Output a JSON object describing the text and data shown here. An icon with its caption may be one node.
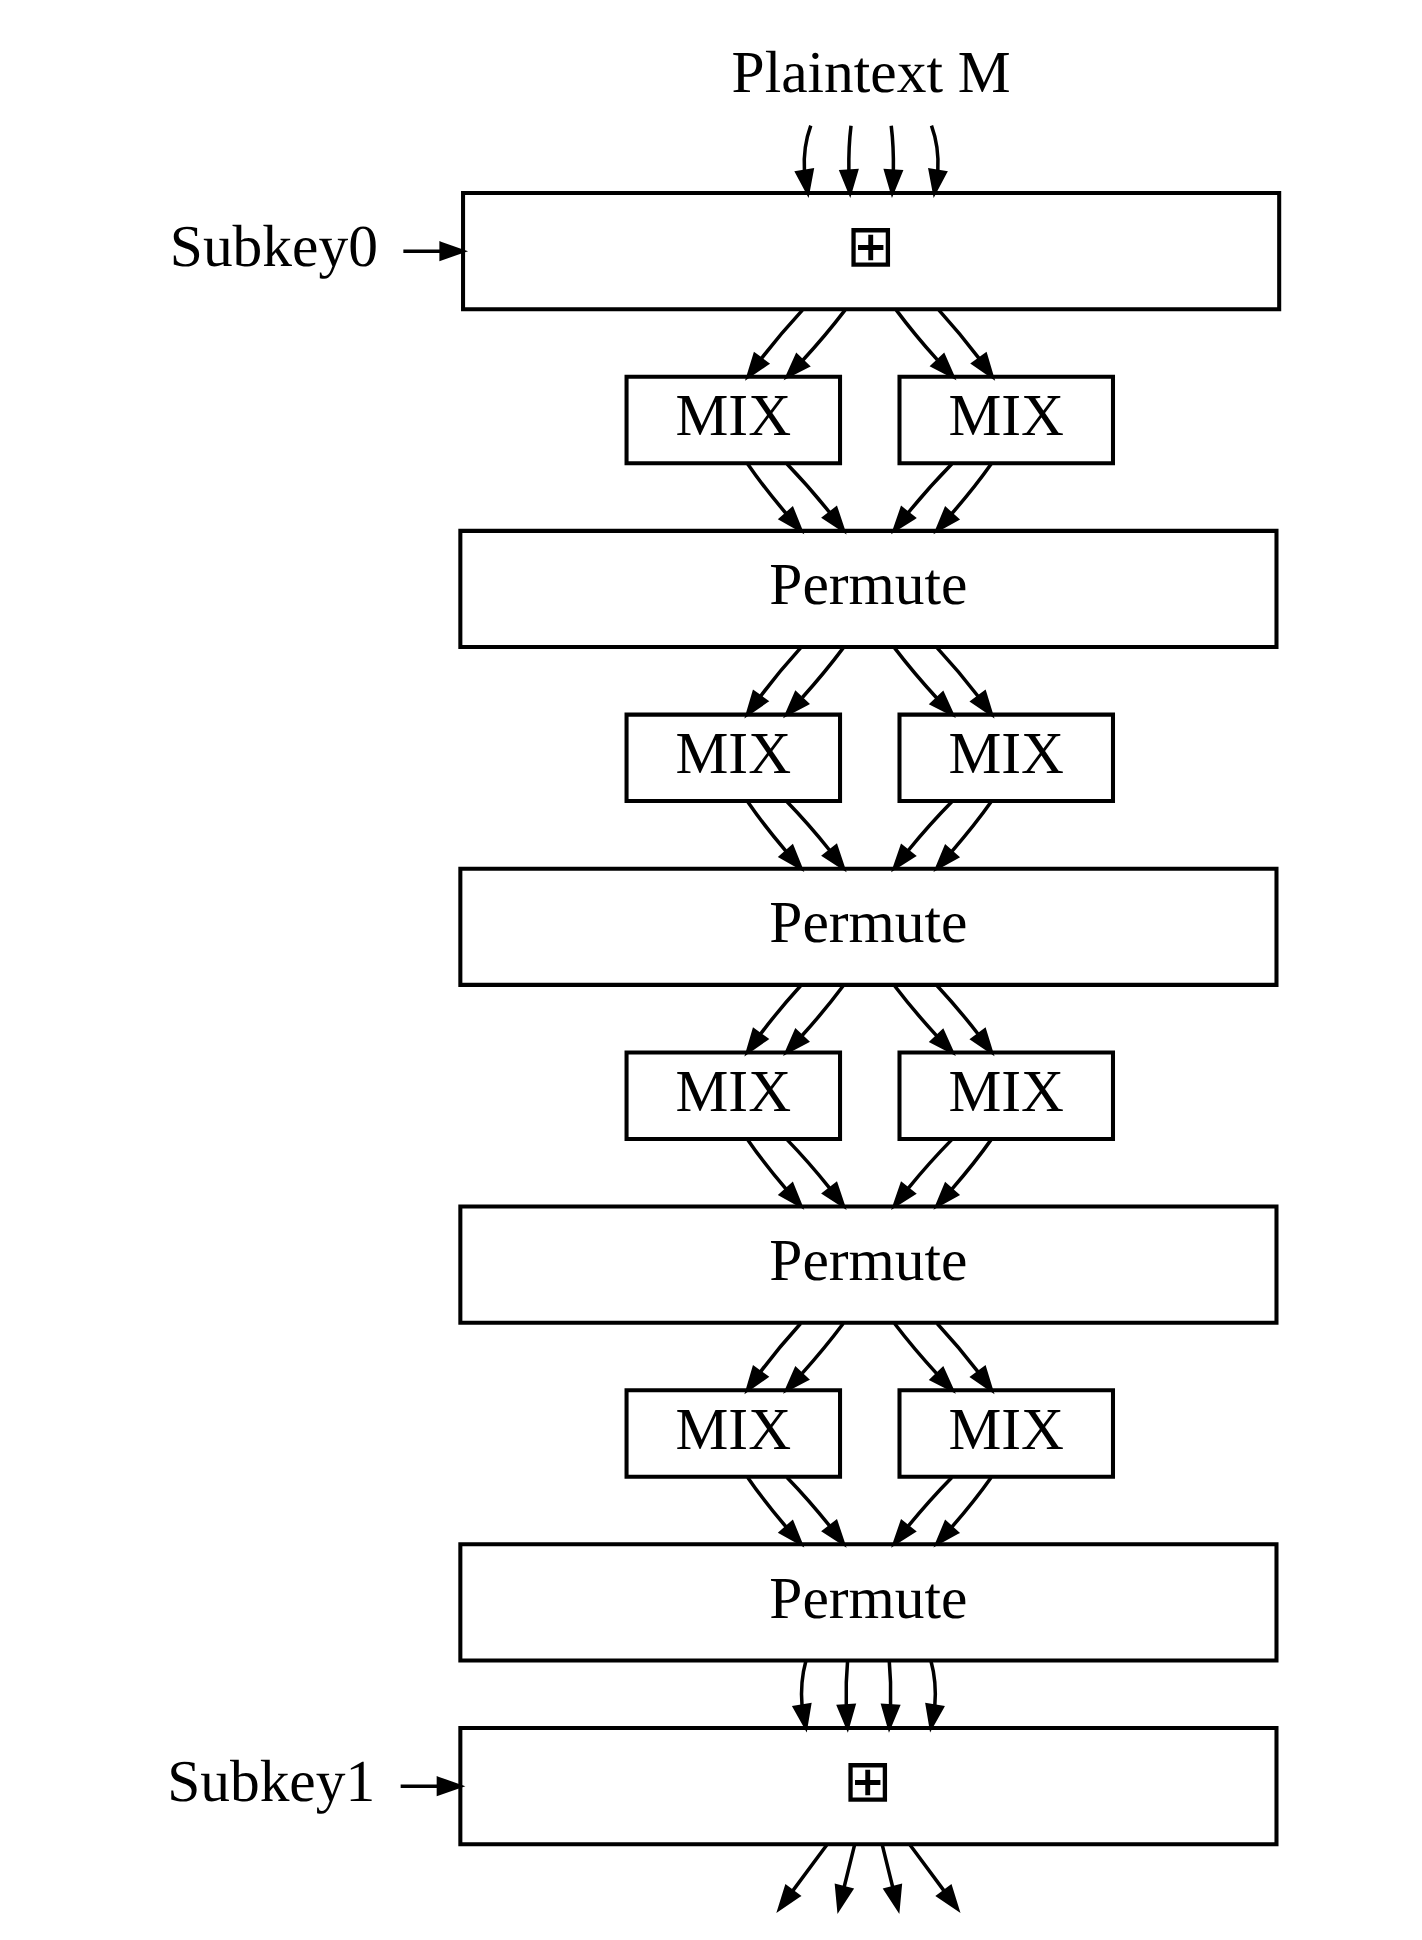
{
  "diagram": {
    "nodes": [
      {
        "text": [
          "Plaintext M"
        ]
      },
      {
        "text": [
          "Subkey0"
        ]
      },
      {
        "text": [
          "⊞"
        ]
      },
      {
        "text": [
          "MIX"
        ]
      },
      {
        "text": [
          "MIX"
        ]
      },
      {
        "text": [
          "Permute"
        ]
      },
      {
        "text": [
          "MIX"
        ]
      },
      {
        "text": [
          "MIX"
        ]
      },
      {
        "text": [
          "Permute"
        ]
      },
      {
        "text": [
          "MIX"
        ]
      },
      {
        "text": [
          "MIX"
        ]
      },
      {
        "text": [
          "Permute"
        ]
      },
      {
        "text": [
          "MIX"
        ]
      },
      {
        "text": [
          "MIX"
        ]
      },
      {
        "text": [
          "Permute"
        ]
      },
      {
        "text": [
          "Subkey1"
        ]
      },
      {
        "text": [
          "⊞"
        ]
      }
    ],
    "edges": [
      {
        "from": 0,
        "to": 2,
        "arrow": "to"
      },
      {
        "from": 0,
        "to": 2,
        "arrow": "to"
      },
      {
        "from": 0,
        "to": 2,
        "arrow": "to"
      },
      {
        "from": 0,
        "to": 2,
        "arrow": "to"
      },
      {
        "from": 1,
        "to": 2,
        "arrow": "to"
      },
      {
        "from": 2,
        "to": 3,
        "arrow": "to"
      },
      {
        "from": 2,
        "to": 3,
        "arrow": "to"
      },
      {
        "from": 2,
        "to": 4,
        "arrow": "to"
      },
      {
        "from": 2,
        "to": 4,
        "arrow": "to"
      },
      {
        "from": 3,
        "to": 5,
        "arrow": "to"
      },
      {
        "from": 3,
        "to": 5,
        "arrow": "to"
      },
      {
        "from": 4,
        "to": 5,
        "arrow": "to"
      },
      {
        "from": 4,
        "to": 5,
        "arrow": "to"
      },
      {
        "from": 5,
        "to": 6,
        "arrow": "to"
      },
      {
        "from": 5,
        "to": 6,
        "arrow": "to"
      },
      {
        "from": 5,
        "to": 7,
        "arrow": "to"
      },
      {
        "from": 5,
        "to": 7,
        "arrow": "to"
      },
      {
        "from": 6,
        "to": 8,
        "arrow": "to"
      },
      {
        "from": 6,
        "to": 8,
        "arrow": "to"
      },
      {
        "from": 7,
        "to": 8,
        "arrow": "to"
      },
      {
        "from": 7,
        "to": 8,
        "arrow": "to"
      },
      {
        "from": 8,
        "to": 9,
        "arrow": "to"
      },
      {
        "from": 8,
        "to": 9,
        "arrow": "to"
      },
      {
        "from": 8,
        "to": 10,
        "arrow": "to"
      },
      {
        "from": 8,
        "to": 10,
        "arrow": "to"
      },
      {
        "from": 9,
        "to": 11,
        "arrow": "to"
      },
      {
        "from": 9,
        "to": 11,
        "arrow": "to"
      },
      {
        "from": 10,
        "to": 11,
        "arrow": "to"
      },
      {
        "from": 10,
        "to": 11,
        "arrow": "to"
      },
      {
        "from": 11,
        "to": 12,
        "arrow": "to"
      },
      {
        "from": 11,
        "to": 12,
        "arrow": "to"
      },
      {
        "from": 11,
        "to": 13,
        "arrow": "to"
      },
      {
        "from": 11,
        "to": 13,
        "arrow": "to"
      },
      {
        "from": 12,
        "to": 14,
        "arrow": "to"
      },
      {
        "from": 12,
        "to": 14,
        "arrow": "to"
      },
      {
        "from": 13,
        "to": 14,
        "arrow": "to"
      },
      {
        "from": 13,
        "to": 14,
        "arrow": "to"
      },
      {
        "from": 14,
        "to": 16,
        "arrow": "to"
      },
      {
        "from": 14,
        "to": 16,
        "arrow": "to"
      },
      {
        "from": 14,
        "to": 16,
        "arrow": "to"
      },
      {
        "from": 14,
        "to": 16,
        "arrow": "to"
      },
      {
        "from": 15,
        "to": 16,
        "arrow": "to"
      },
      {
        "from": 16,
        "to": null,
        "arrow": "to"
      },
      {
        "from": 16,
        "to": null,
        "arrow": "to"
      },
      {
        "from": 16,
        "to": null,
        "arrow": "to"
      },
      {
        "from": 16,
        "to": null,
        "arrow": "to"
      }
    ]
  }
}
